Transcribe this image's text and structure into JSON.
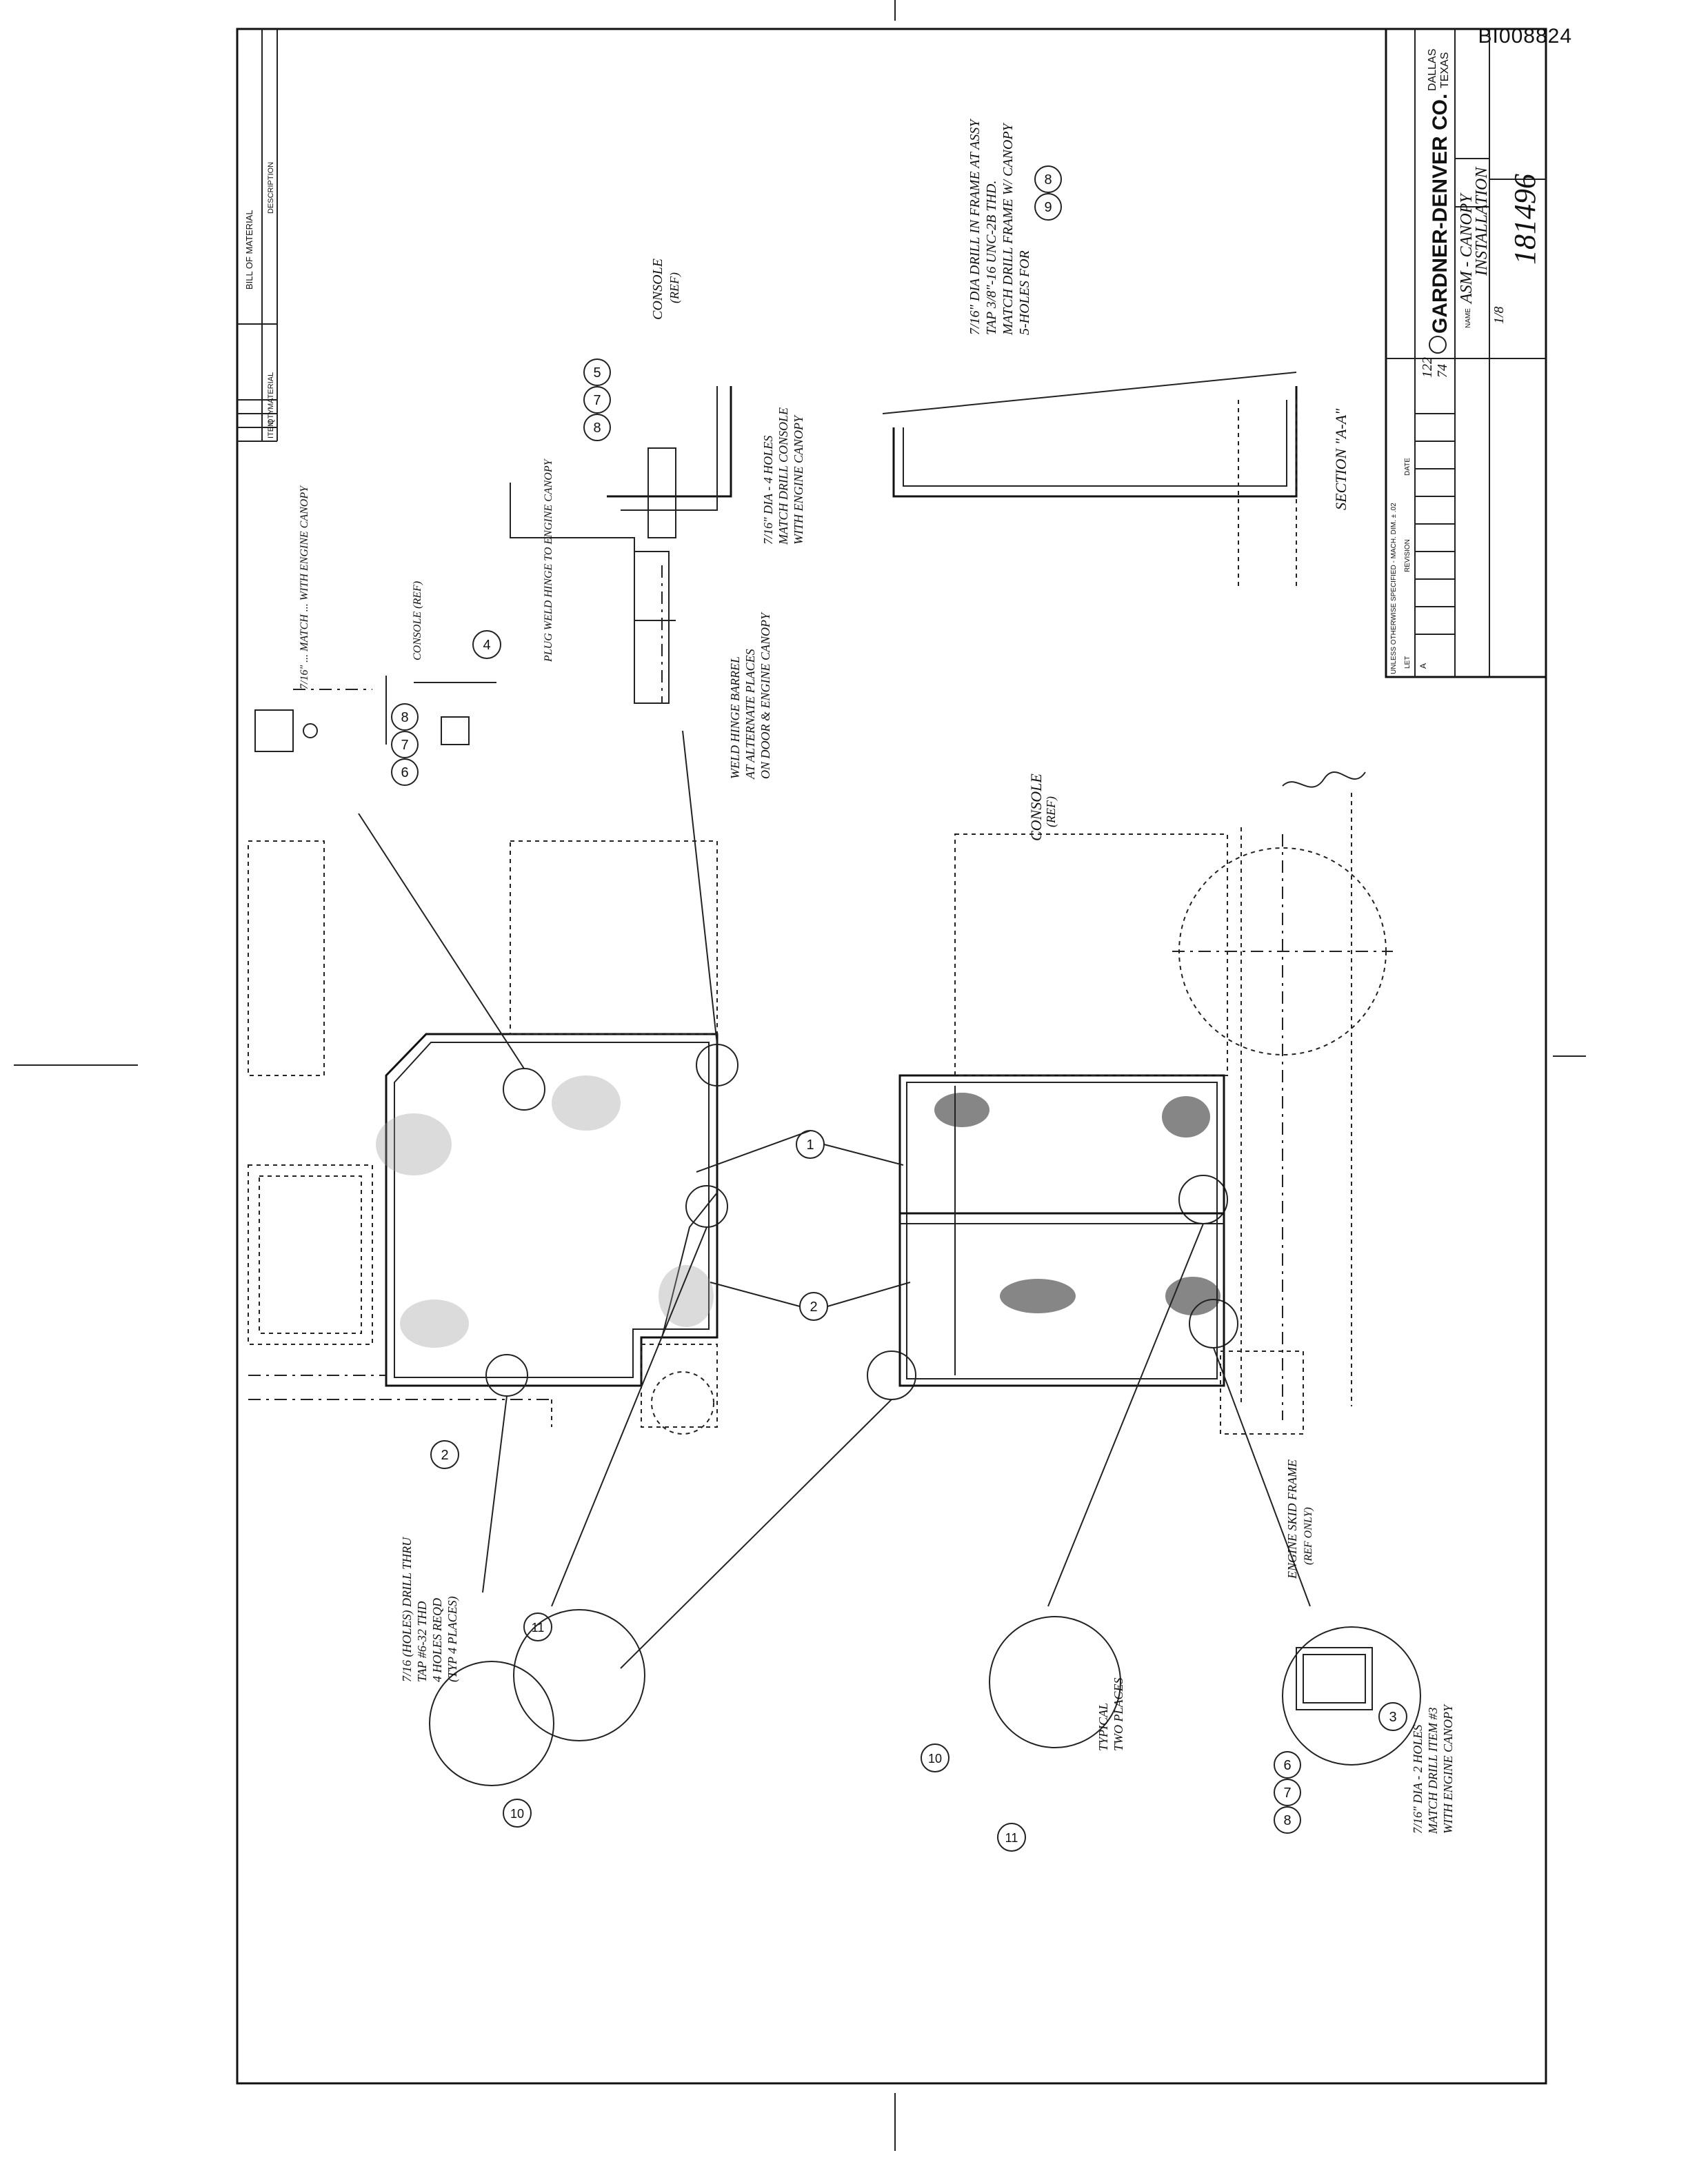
{
  "doc_id": "BI008824",
  "title_block": {
    "company": "GARDNER-DENVER CO.",
    "city": "DALLAS",
    "state": "TEXAS",
    "name_label": "NAME",
    "name": "ASM - CANOPY",
    "name2": "INSTALLATION",
    "scale": "1/8",
    "drawing_number": "181496",
    "model": "122",
    "code": "74",
    "tolerance_note": "UNLESS OTHERWISE SPECIFIED - MACH. DIM. ± .02",
    "revision_label": "REVISION",
    "date_label": "DATE",
    "let_label": "LET",
    "let_value": "A"
  },
  "bill_of_material": {
    "title": "BILL OF MATERIAL",
    "columns": [
      "ITEM",
      "QTY",
      "MATERIAL",
      "DESCRIPTION"
    ]
  },
  "notes": {
    "section": "SECTION \"A-A\"",
    "drill_frame": "7/16\" DIA DRILL IN FRAME AT ASSY",
    "tap": "TAP 3/8\"-16 UNC-2B THD.",
    "match_frame": "MATCH DRILL FRAME W/ CANOPY",
    "holes_for": "5-HOLES FOR",
    "console_ref": "CONSOLE (REF)",
    "console": "CONSOLE",
    "ref": "(REF)",
    "four_holes": "7/16\" DIA - 4 HOLES",
    "match_console": "MATCH DRILL CONSOLE",
    "with_canopy": "WITH ENGINE CANOPY",
    "plug_weld": "PLUG WELD HINGE TO ENGINE CANOPY",
    "weld_hinge": "WELD HINGE BARREL",
    "alternate": "AT ALTERNATE PLACES",
    "on_door": "ON DOOR & ENGINE CANOPY",
    "match_top": "7/16\" ... MATCH ... WITH ENGINE CANOPY",
    "drill_thru": "7/16 (HOLES) DRILL THRU",
    "tap2": "TAP #6-32 THD",
    "holes_reqd": "4 HOLES REQD",
    "typ_places": "(TYP 4 PLACES)",
    "typical": "TYPICAL",
    "two_places": "TWO PLACES",
    "skid": "ENGINE SKID FRAME",
    "ref_only": "(REF ONLY)",
    "two_holes": "7/16\" DIA - 2 HOLES",
    "match_item": "MATCH DRILL ITEM #3",
    "with_canopy2": "WITH ENGINE CANOPY"
  },
  "balloons": [
    "1",
    "2",
    "3",
    "4",
    "5",
    "6",
    "7",
    "8",
    "9",
    "10",
    "11"
  ]
}
